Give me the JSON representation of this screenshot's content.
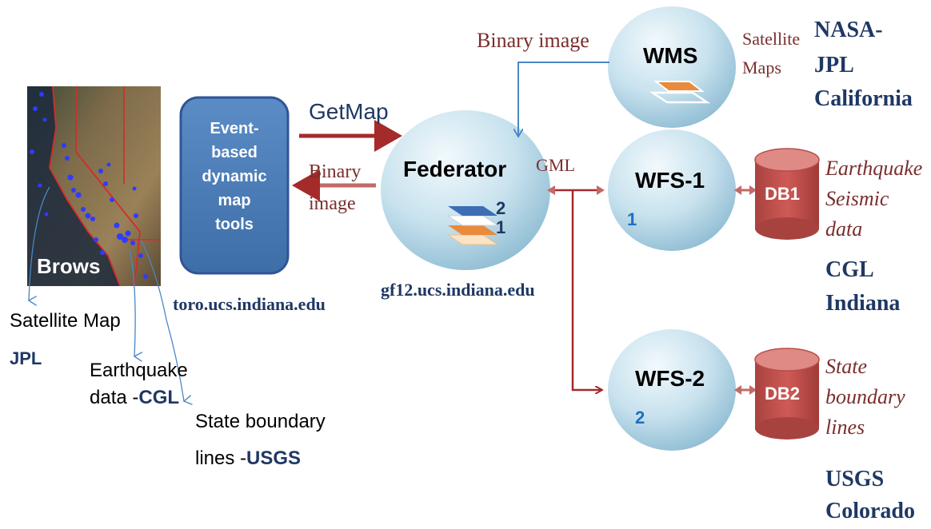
{
  "colors": {
    "navy": "#1f3864",
    "maroon": "#7a2e2e",
    "tool_box": "#4a7ab5",
    "sphere_light": "#d8ecf5",
    "sphere_dark": "#8ab7d0",
    "db_red": "#c0504d",
    "arrow_red": "#a52a2a",
    "arrow_blue": "#4a86c5",
    "layer_number": "#1f6fbf"
  },
  "map": {
    "label": "Brows",
    "annotations": {
      "satellite": {
        "text": "Satellite Map",
        "source": "JPL"
      },
      "earthquake": {
        "line1": "Earthquake",
        "line2": "data -",
        "source": "CGL"
      },
      "state": {
        "line1": "State boundary",
        "line2": "lines -",
        "source": "USGS"
      }
    }
  },
  "client": {
    "label_lines": [
      "Event-",
      "based",
      "dynamic",
      "map",
      "tools"
    ],
    "host": "toro.ucs.indiana.edu"
  },
  "federator": {
    "label": "Federator",
    "host": "gf12.ucs.indiana.edu",
    "layer_numbers": [
      "2",
      "1"
    ]
  },
  "arrows": {
    "getmap": "GetMap",
    "binary_image_client": [
      "Binary",
      "image"
    ],
    "binary_image_wms": "Binary image",
    "gml": "GML"
  },
  "wms": {
    "label": "WMS",
    "data_lines": [
      "Satellite",
      "Maps"
    ],
    "provider_lines": [
      "NASA-",
      "JPL",
      "California"
    ]
  },
  "wfs1": {
    "label": "WFS-1",
    "number": "1",
    "db": "DB1",
    "data_lines": [
      "Earthquake",
      "Seismic",
      "data"
    ],
    "provider_lines": [
      "CGL",
      "Indiana"
    ]
  },
  "wfs2": {
    "label": "WFS-2",
    "number": "2",
    "db": "DB2",
    "data_lines": [
      "State",
      "boundary",
      "lines"
    ],
    "provider_lines": [
      "USGS",
      "Colorado"
    ]
  }
}
